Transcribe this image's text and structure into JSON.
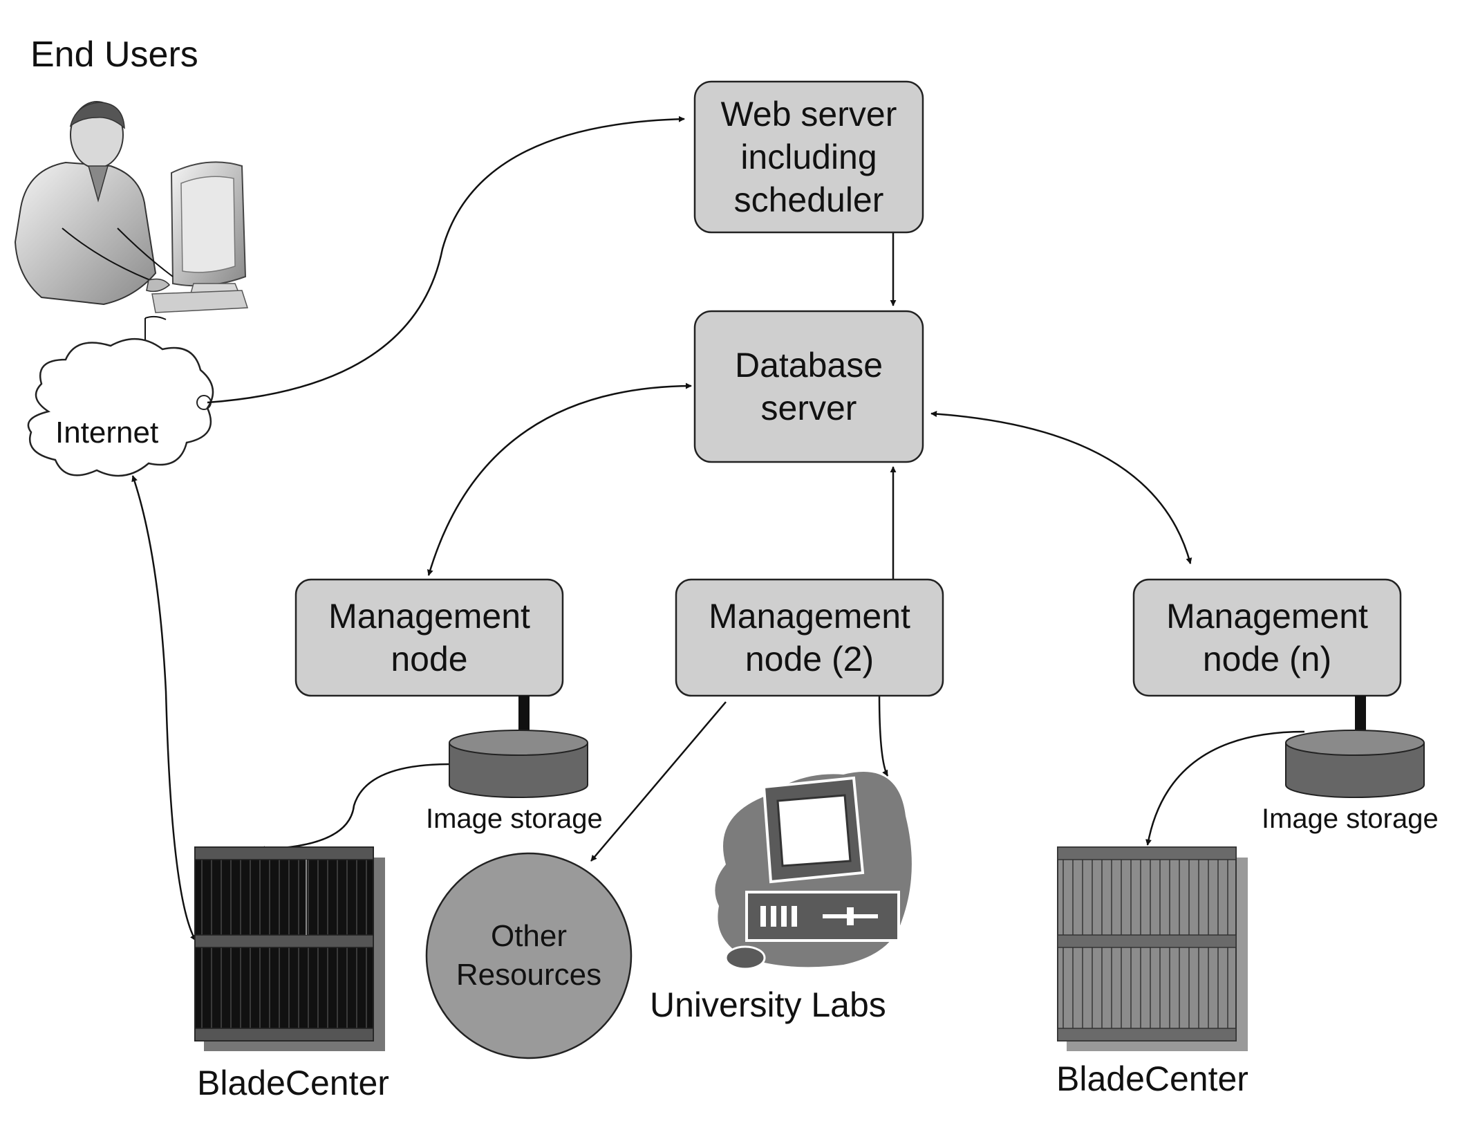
{
  "labels": {
    "end_users": "End Users",
    "internet": "Internet",
    "image_storage_left": "Image storage",
    "image_storage_right": "Image storage",
    "other_resources_line1": "Other",
    "other_resources_line2": "Resources",
    "university_labs": "University Labs",
    "bladecenter_left": "BladeCenter",
    "bladecenter_right": "BladeCenter"
  },
  "nodes": {
    "web_server": [
      "Web server",
      "including",
      "scheduler"
    ],
    "database_server": [
      "Database",
      "server"
    ],
    "management_node_1": [
      "Management",
      "node"
    ],
    "management_node_2": [
      "Management",
      "node (2)"
    ],
    "management_node_n": [
      "Management",
      "node (n)"
    ]
  },
  "icons": {
    "end_user": "person-at-computer-icon",
    "internet": "cloud-icon",
    "storage": "disk-storage-icon",
    "bladecenter": "server-rack-icon",
    "lab": "desktop-computer-icon"
  }
}
